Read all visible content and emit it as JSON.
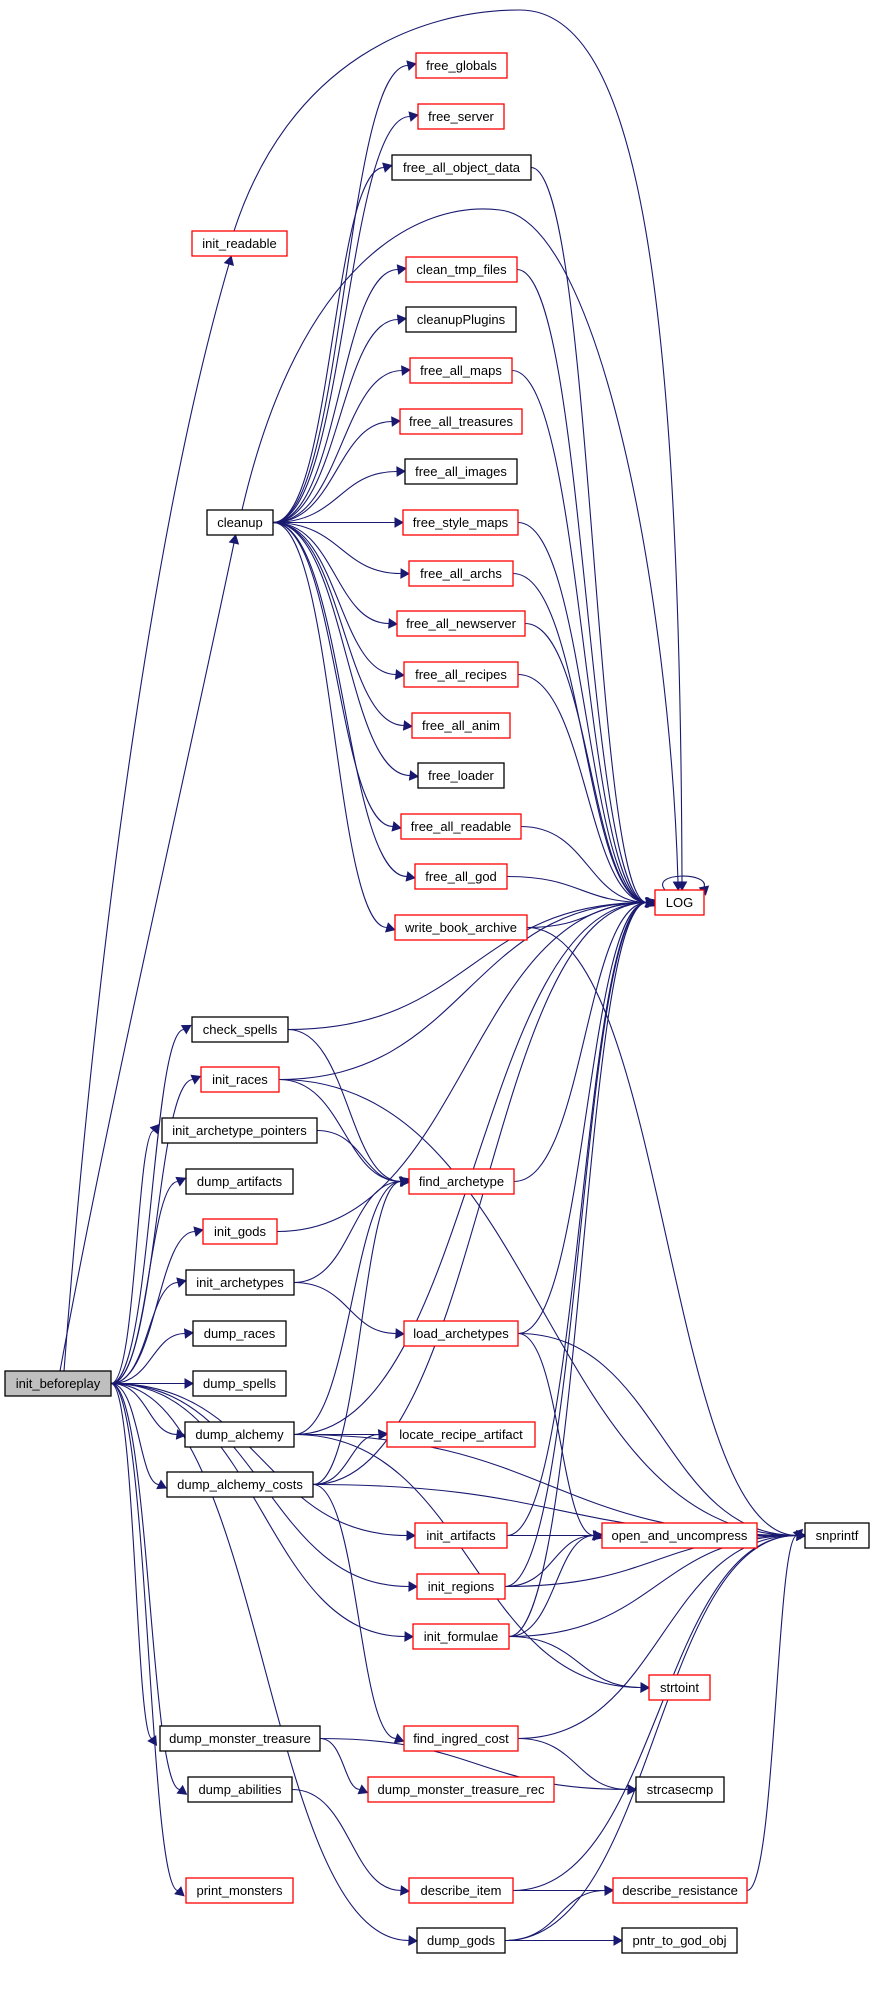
{
  "diagram": {
    "type": "call-graph",
    "root": "init_beforeplay",
    "colors": {
      "edge": "#191970",
      "root_fill": "#bfbfbf",
      "root_border": "#000000",
      "documented_border": "#000000",
      "undocumented_border": "#ff0000",
      "node_fill": "#ffffff"
    },
    "nodes": [
      {
        "id": "init_beforeplay",
        "label": "init_beforeplay",
        "style": "root"
      },
      {
        "id": "init_readable",
        "label": "init_readable",
        "style": "red"
      },
      {
        "id": "cleanup",
        "label": "cleanup",
        "style": "black"
      },
      {
        "id": "check_spells",
        "label": "check_spells",
        "style": "black"
      },
      {
        "id": "init_races",
        "label": "init_races",
        "style": "red"
      },
      {
        "id": "init_archetype_pointers",
        "label": "init_archetype_pointers",
        "style": "black"
      },
      {
        "id": "dump_artifacts",
        "label": "dump_artifacts",
        "style": "black"
      },
      {
        "id": "init_gods",
        "label": "init_gods",
        "style": "red"
      },
      {
        "id": "init_archetypes",
        "label": "init_archetypes",
        "style": "black"
      },
      {
        "id": "dump_races",
        "label": "dump_races",
        "style": "black"
      },
      {
        "id": "dump_spells",
        "label": "dump_spells",
        "style": "black"
      },
      {
        "id": "dump_alchemy",
        "label": "dump_alchemy",
        "style": "black"
      },
      {
        "id": "dump_alchemy_costs",
        "label": "dump_alchemy_costs",
        "style": "black"
      },
      {
        "id": "dump_monster_treasure",
        "label": "dump_monster_treasure",
        "style": "black"
      },
      {
        "id": "dump_abilities",
        "label": "dump_abilities",
        "style": "black"
      },
      {
        "id": "print_monsters",
        "label": "print_monsters",
        "style": "red"
      },
      {
        "id": "free_globals",
        "label": "free_globals",
        "style": "red"
      },
      {
        "id": "free_server",
        "label": "free_server",
        "style": "red"
      },
      {
        "id": "free_all_object_data",
        "label": "free_all_object_data",
        "style": "black"
      },
      {
        "id": "clean_tmp_files",
        "label": "clean_tmp_files",
        "style": "red"
      },
      {
        "id": "cleanupPlugins",
        "label": "cleanupPlugins",
        "style": "black"
      },
      {
        "id": "free_all_maps",
        "label": "free_all_maps",
        "style": "red"
      },
      {
        "id": "free_all_treasures",
        "label": "free_all_treasures",
        "style": "red"
      },
      {
        "id": "free_all_images",
        "label": "free_all_images",
        "style": "black"
      },
      {
        "id": "free_style_maps",
        "label": "free_style_maps",
        "style": "red"
      },
      {
        "id": "free_all_archs",
        "label": "free_all_archs",
        "style": "red"
      },
      {
        "id": "free_all_newserver",
        "label": "free_all_newserver",
        "style": "red"
      },
      {
        "id": "free_all_recipes",
        "label": "free_all_recipes",
        "style": "red"
      },
      {
        "id": "free_all_anim",
        "label": "free_all_anim",
        "style": "red"
      },
      {
        "id": "free_loader",
        "label": "free_loader",
        "style": "black"
      },
      {
        "id": "free_all_readable",
        "label": "free_all_readable",
        "style": "red"
      },
      {
        "id": "free_all_god",
        "label": "free_all_god",
        "style": "red"
      },
      {
        "id": "write_book_archive",
        "label": "write_book_archive",
        "style": "red"
      },
      {
        "id": "find_archetype",
        "label": "find_archetype",
        "style": "red"
      },
      {
        "id": "load_archetypes",
        "label": "load_archetypes",
        "style": "red"
      },
      {
        "id": "locate_recipe_artifact",
        "label": "locate_recipe_artifact",
        "style": "red"
      },
      {
        "id": "init_artifacts",
        "label": "init_artifacts",
        "style": "red"
      },
      {
        "id": "init_regions",
        "label": "init_regions",
        "style": "red"
      },
      {
        "id": "init_formulae",
        "label": "init_formulae",
        "style": "red"
      },
      {
        "id": "find_ingred_cost",
        "label": "find_ingred_cost",
        "style": "red"
      },
      {
        "id": "dump_monster_treasure_rec",
        "label": "dump_monster_treasure_rec",
        "style": "red"
      },
      {
        "id": "describe_item",
        "label": "describe_item",
        "style": "red"
      },
      {
        "id": "dump_gods",
        "label": "dump_gods",
        "style": "black"
      },
      {
        "id": "LOG",
        "label": "LOG",
        "style": "red"
      },
      {
        "id": "open_and_uncompress",
        "label": "open_and_uncompress",
        "style": "red"
      },
      {
        "id": "strtoint",
        "label": "strtoint",
        "style": "red"
      },
      {
        "id": "strcasecmp",
        "label": "strcasecmp",
        "style": "black"
      },
      {
        "id": "describe_resistance",
        "label": "describe_resistance",
        "style": "red"
      },
      {
        "id": "pntr_to_god_obj",
        "label": "pntr_to_god_obj",
        "style": "black"
      },
      {
        "id": "snprintf",
        "label": "snprintf",
        "style": "black"
      }
    ],
    "edges": [
      [
        "init_beforeplay",
        "init_readable"
      ],
      [
        "init_beforeplay",
        "cleanup"
      ],
      [
        "init_beforeplay",
        "check_spells"
      ],
      [
        "init_beforeplay",
        "init_races"
      ],
      [
        "init_beforeplay",
        "init_archetype_pointers"
      ],
      [
        "init_beforeplay",
        "dump_artifacts"
      ],
      [
        "init_beforeplay",
        "init_gods"
      ],
      [
        "init_beforeplay",
        "init_archetypes"
      ],
      [
        "init_beforeplay",
        "dump_races"
      ],
      [
        "init_beforeplay",
        "dump_spells"
      ],
      [
        "init_beforeplay",
        "dump_alchemy"
      ],
      [
        "init_beforeplay",
        "dump_alchemy_costs"
      ],
      [
        "init_beforeplay",
        "init_artifacts"
      ],
      [
        "init_beforeplay",
        "init_regions"
      ],
      [
        "init_beforeplay",
        "init_formulae"
      ],
      [
        "init_beforeplay",
        "dump_monster_treasure"
      ],
      [
        "init_beforeplay",
        "dump_abilities"
      ],
      [
        "init_beforeplay",
        "print_monsters"
      ],
      [
        "init_beforeplay",
        "dump_gods"
      ],
      [
        "init_readable",
        "LOG"
      ],
      [
        "cleanup",
        "free_globals"
      ],
      [
        "cleanup",
        "free_server"
      ],
      [
        "cleanup",
        "free_all_object_data"
      ],
      [
        "cleanup",
        "LOG"
      ],
      [
        "cleanup",
        "clean_tmp_files"
      ],
      [
        "cleanup",
        "cleanupPlugins"
      ],
      [
        "cleanup",
        "free_all_maps"
      ],
      [
        "cleanup",
        "free_all_treasures"
      ],
      [
        "cleanup",
        "free_all_images"
      ],
      [
        "cleanup",
        "free_style_maps"
      ],
      [
        "cleanup",
        "free_all_archs"
      ],
      [
        "cleanup",
        "free_all_newserver"
      ],
      [
        "cleanup",
        "free_all_recipes"
      ],
      [
        "cleanup",
        "free_all_anim"
      ],
      [
        "cleanup",
        "free_loader"
      ],
      [
        "cleanup",
        "free_all_readable"
      ],
      [
        "cleanup",
        "free_all_god"
      ],
      [
        "cleanup",
        "write_book_archive"
      ],
      [
        "free_all_object_data",
        "LOG"
      ],
      [
        "clean_tmp_files",
        "LOG"
      ],
      [
        "free_all_maps",
        "LOG"
      ],
      [
        "free_style_maps",
        "LOG"
      ],
      [
        "free_all_archs",
        "LOG"
      ],
      [
        "free_all_newserver",
        "LOG"
      ],
      [
        "free_all_recipes",
        "LOG"
      ],
      [
        "free_all_readable",
        "LOG"
      ],
      [
        "free_all_god",
        "LOG"
      ],
      [
        "write_book_archive",
        "LOG"
      ],
      [
        "write_book_archive",
        "snprintf"
      ],
      [
        "LOG",
        "LOG"
      ],
      [
        "check_spells",
        "LOG"
      ],
      [
        "check_spells",
        "find_archetype"
      ],
      [
        "init_races",
        "LOG"
      ],
      [
        "init_races",
        "find_archetype"
      ],
      [
        "init_races",
        "snprintf"
      ],
      [
        "init_archetype_pointers",
        "find_archetype"
      ],
      [
        "init_gods",
        "LOG"
      ],
      [
        "init_archetypes",
        "find_archetype"
      ],
      [
        "init_archetypes",
        "load_archetypes"
      ],
      [
        "find_archetype",
        "LOG"
      ],
      [
        "load_archetypes",
        "LOG"
      ],
      [
        "load_archetypes",
        "open_and_uncompress"
      ],
      [
        "load_archetypes",
        "snprintf"
      ],
      [
        "dump_alchemy",
        "find_archetype"
      ],
      [
        "dump_alchemy",
        "LOG"
      ],
      [
        "dump_alchemy",
        "locate_recipe_artifact"
      ],
      [
        "dump_alchemy",
        "snprintf"
      ],
      [
        "dump_alchemy",
        "strtoint"
      ],
      [
        "dump_alchemy_costs",
        "find_archetype"
      ],
      [
        "dump_alchemy_costs",
        "LOG"
      ],
      [
        "dump_alchemy_costs",
        "locate_recipe_artifact"
      ],
      [
        "dump_alchemy_costs",
        "snprintf"
      ],
      [
        "dump_alchemy_costs",
        "find_ingred_cost"
      ],
      [
        "init_artifacts",
        "LOG"
      ],
      [
        "init_artifacts",
        "open_and_uncompress"
      ],
      [
        "init_artifacts",
        "snprintf"
      ],
      [
        "init_regions",
        "LOG"
      ],
      [
        "init_regions",
        "open_and_uncompress"
      ],
      [
        "init_regions",
        "snprintf"
      ],
      [
        "init_formulae",
        "LOG"
      ],
      [
        "init_formulae",
        "open_and_uncompress"
      ],
      [
        "init_formulae",
        "snprintf"
      ],
      [
        "init_formulae",
        "strtoint"
      ],
      [
        "find_ingred_cost",
        "snprintf"
      ],
      [
        "find_ingred_cost",
        "strcasecmp"
      ],
      [
        "dump_monster_treasure",
        "dump_monster_treasure_rec"
      ],
      [
        "dump_monster_treasure",
        "strcasecmp"
      ],
      [
        "dump_abilities",
        "describe_item"
      ],
      [
        "describe_item",
        "snprintf"
      ],
      [
        "describe_item",
        "describe_resistance"
      ],
      [
        "describe_resistance",
        "snprintf"
      ],
      [
        "dump_gods",
        "describe_resistance"
      ],
      [
        "dump_gods",
        "pntr_to_god_obj"
      ],
      [
        "dump_gods",
        "snprintf"
      ]
    ]
  }
}
